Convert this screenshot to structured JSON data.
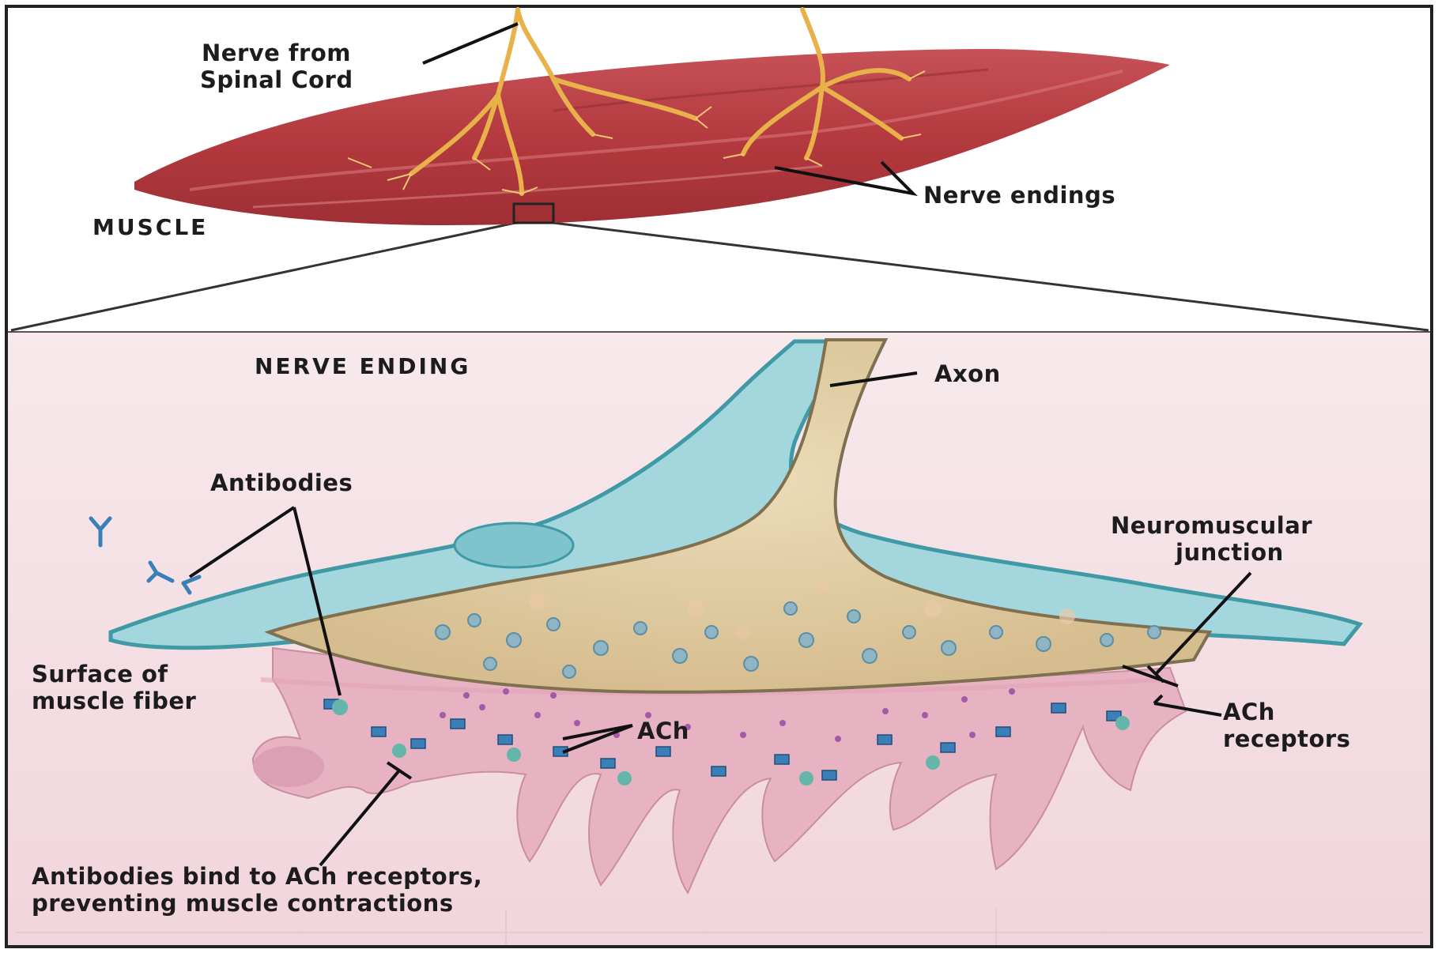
{
  "labels": {
    "nerve_from_line1": "Nerve from",
    "nerve_from_line2": "Spinal Cord",
    "muscle": "MUSCLE",
    "nerve_endings": "Nerve endings",
    "nerve_ending_title": "NERVE ENDING",
    "axon": "Axon",
    "antibodies": "Antibodies",
    "nmj_line1": "Neuromuscular",
    "nmj_line2": "junction",
    "surface_line1": "Surface of",
    "surface_line2": "muscle fiber",
    "ach": "ACh",
    "ach_receptors_line1": "ACh",
    "ach_receptors_line2": "receptors",
    "caption_line1": "Antibodies bind to ACh receptors,",
    "caption_line2": "preventing muscle contractions"
  },
  "colors": {
    "muscle": "#b8383d",
    "nerve": "#e8b14a",
    "axon": "#d8c19a",
    "sheath": "#8fcfd6",
    "fiber": "#e9b6c3",
    "background_lower": "#f6e3e7",
    "receptor": "#3a7fb8"
  }
}
